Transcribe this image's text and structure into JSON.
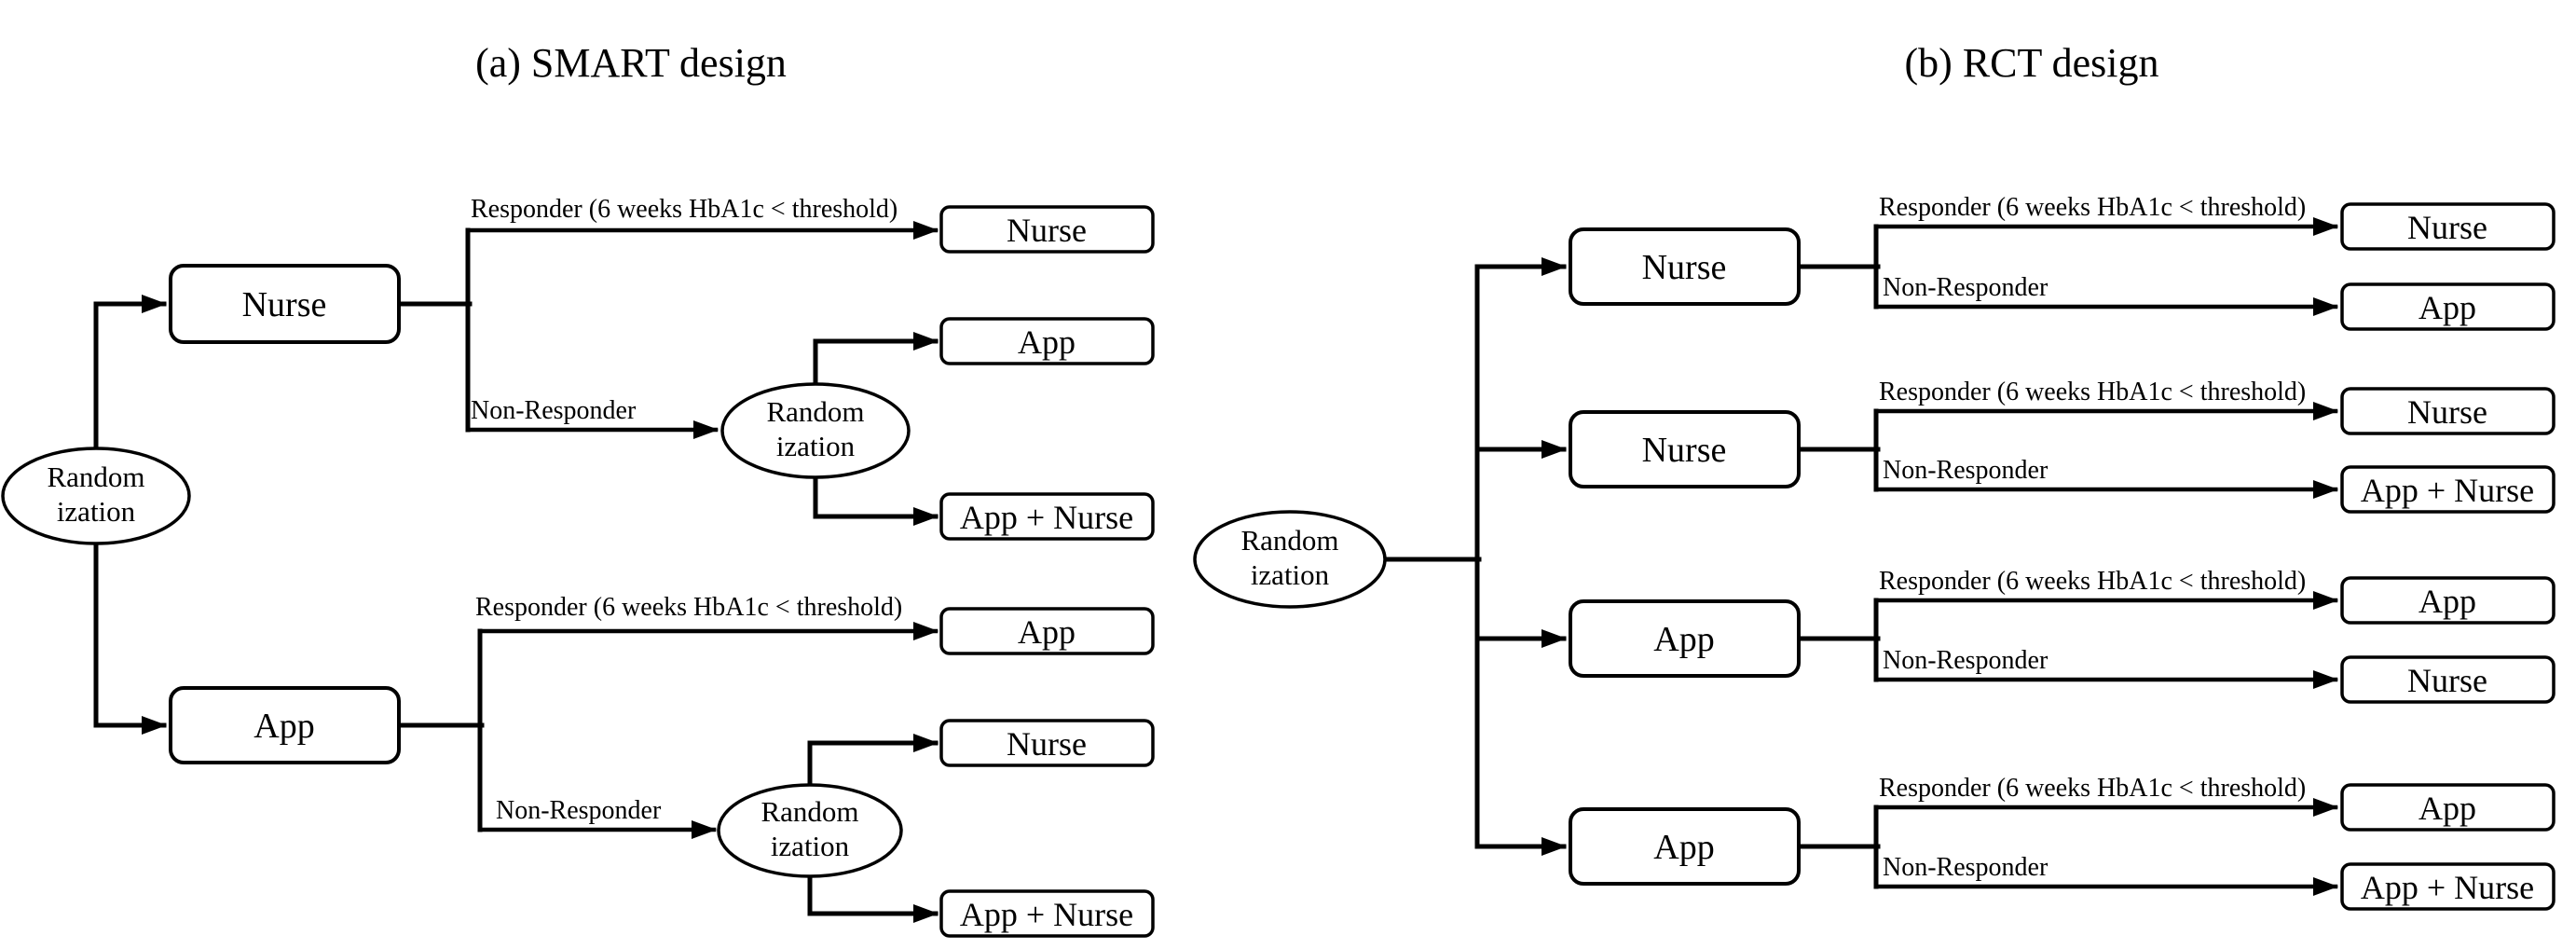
{
  "page": {
    "background_color": "#ffffff",
    "line_color": "#000000"
  },
  "labels": {
    "responder": "Responder (6 weeks HbA1c < threshold)",
    "non_responder": "Non-Responder",
    "randomization_top": "Random",
    "randomization_bottom": "ization"
  },
  "smart": {
    "title": "(a) SMART design",
    "first_stage_arms": [
      "Nurse",
      "App"
    ],
    "responder_outcomes": [
      "Nurse",
      "App"
    ],
    "nurse_arm_rerandomization_outcomes": [
      "App",
      "App + Nurse"
    ],
    "app_arm_rerandomization_outcomes": [
      "Nurse",
      "App + Nurse"
    ]
  },
  "rct": {
    "title": "(b) RCT design",
    "rows": [
      {
        "arm": "Nurse",
        "responder_outcome": "Nurse",
        "non_responder_outcome": "App"
      },
      {
        "arm": "Nurse",
        "responder_outcome": "Nurse",
        "non_responder_outcome": "App + Nurse"
      },
      {
        "arm": "App",
        "responder_outcome": "App",
        "non_responder_outcome": "Nurse"
      },
      {
        "arm": "App",
        "responder_outcome": "App",
        "non_responder_outcome": "App + Nurse"
      }
    ]
  }
}
